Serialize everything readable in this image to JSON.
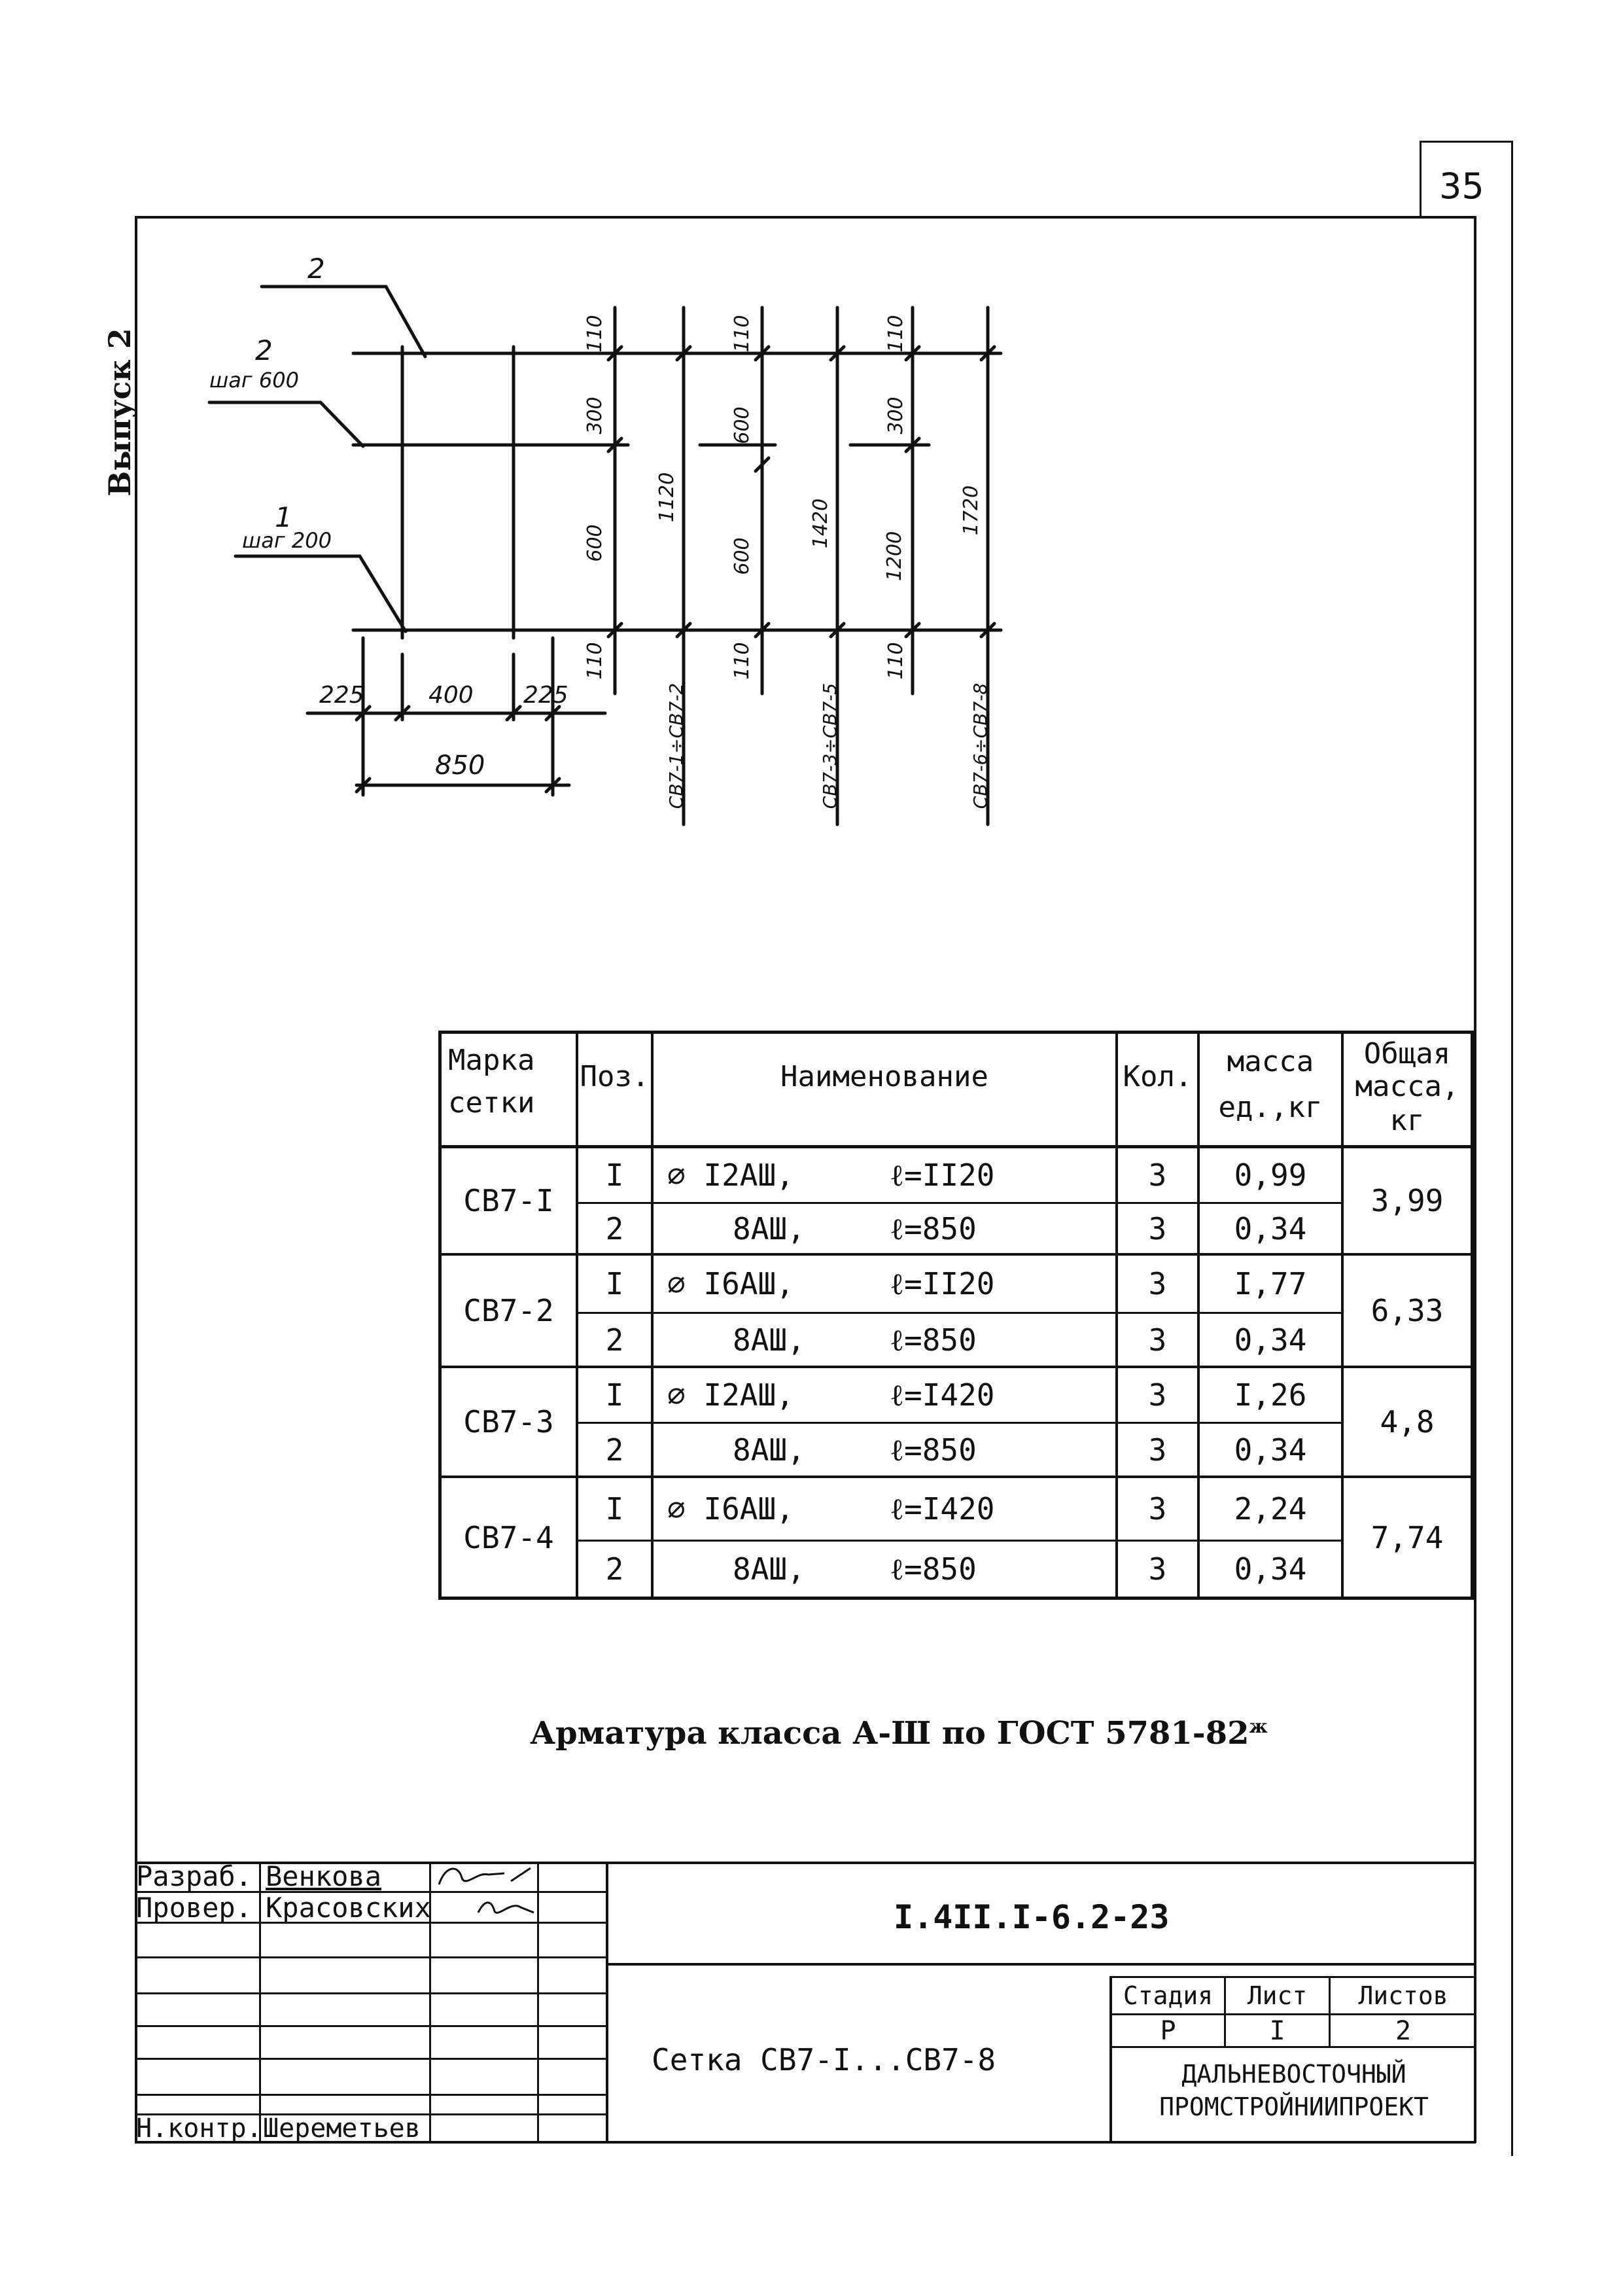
{
  "sheet": {
    "page_number": "35",
    "issue_label": "Выпуск 2"
  },
  "drawing": {
    "leaders": [
      {
        "pos": "2",
        "note": ""
      },
      {
        "pos": "2",
        "note": "шаг 600"
      },
      {
        "pos": "1",
        "note": "шаг 200"
      }
    ],
    "horizontal_dims": [
      "225",
      "400",
      "225",
      "850"
    ],
    "columns": [
      {
        "label": "СВ7-1÷СВ7-2",
        "dims": [
          "110",
          "300",
          "600",
          "110"
        ],
        "total": "1120"
      },
      {
        "label": "СВ7-3÷СВ7-5",
        "dims": [
          "110",
          "600",
          "600",
          "110"
        ],
        "total": "1420"
      },
      {
        "label": "СВ7-6÷СВ7-8",
        "dims": [
          "110",
          "300",
          "1200",
          "110"
        ],
        "total": "1720"
      }
    ]
  },
  "spec_table": {
    "headers": {
      "mark": [
        "Марка",
        "сетки"
      ],
      "pos": "Поз.",
      "name": "Наименование",
      "qty": "Кол.",
      "unit_mass": [
        "масса",
        "ед.,кг"
      ],
      "total_mass": [
        "Общая",
        "масса,",
        "кг"
      ]
    },
    "groups": [
      {
        "mark": "СВ7-I",
        "total": "3,99",
        "rows": [
          {
            "pos": "I",
            "dia": "∅ I2АШ,",
            "len": "ℓ=II20",
            "qty": "3",
            "mass": "0,99"
          },
          {
            "pos": "2",
            "dia": "8АШ,",
            "len": "ℓ=850",
            "qty": "3",
            "mass": "0,34"
          }
        ]
      },
      {
        "mark": "СВ7-2",
        "total": "6,33",
        "rows": [
          {
            "pos": "I",
            "dia": "∅ I6АШ,",
            "len": "ℓ=II20",
            "qty": "3",
            "mass": "I,77"
          },
          {
            "pos": "2",
            "dia": "8АШ,",
            "len": "ℓ=850",
            "qty": "3",
            "mass": "0,34"
          }
        ]
      },
      {
        "mark": "СВ7-3",
        "total": "4,8",
        "rows": [
          {
            "pos": "I",
            "dia": "∅ I2АШ,",
            "len": "ℓ=I420",
            "qty": "3",
            "mass": "I,26"
          },
          {
            "pos": "2",
            "dia": "8АШ,",
            "len": "ℓ=850",
            "qty": "3",
            "mass": "0,34"
          }
        ]
      },
      {
        "mark": "СВ7-4",
        "total": "7,74",
        "rows": [
          {
            "pos": "I",
            "dia": "∅ I6АШ,",
            "len": "ℓ=I420",
            "qty": "3",
            "mass": "2,24"
          },
          {
            "pos": "2",
            "dia": "8АШ,",
            "len": "ℓ=850",
            "qty": "3",
            "mass": "0,34"
          }
        ]
      }
    ]
  },
  "note": {
    "text": "Арматура класса А-Ш по ГОСТ 5781-82",
    "superscript": "ж"
  },
  "title_block": {
    "roles": [
      {
        "role": "Разраб.",
        "name": "Венкова"
      },
      {
        "role": "Провер.",
        "name": "Красовских"
      },
      {
        "role": "Н.контр.",
        "name": "Шереметьев"
      }
    ],
    "code": "I.4II.I-6.2-23",
    "title": "Сетка СВ7-I...СВ7-8",
    "stage_label": "Стадия",
    "sheet_label": "Лист",
    "sheets_label": "Листов",
    "stage": "Р",
    "sheet": "I",
    "sheets": "2",
    "org_line1": "ДАЛЬНЕВОСТОЧНЫЙ",
    "org_line2": "ПРОМСТРОЙНИИПРОЕКТ"
  }
}
